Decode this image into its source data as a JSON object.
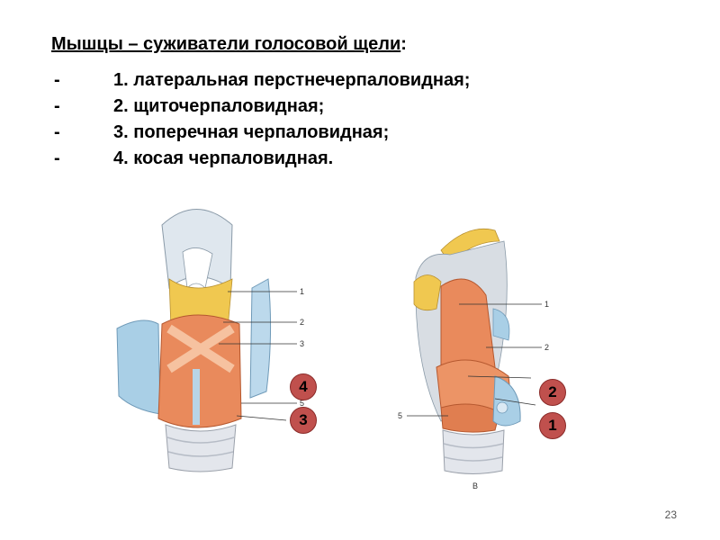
{
  "heading": {
    "main": "Мышцы – суживатели голосовой щели",
    "colon": ":"
  },
  "items": [
    {
      "dash": "-",
      "text": "1. латеральная перстнечерпаловидная;"
    },
    {
      "dash": "-",
      "text": "2. щиточерпаловидная;"
    },
    {
      "dash": "-",
      "text": "3. поперечная черпаловидная;"
    },
    {
      "dash": "-",
      "text": "4. косая черпаловидная."
    }
  ],
  "left_figure": {
    "labels": [
      "1",
      "2",
      "3",
      "5"
    ],
    "badges": [
      "4",
      "3"
    ]
  },
  "right_figure": {
    "labels": [
      "1",
      "2",
      "5"
    ],
    "caption": "B",
    "badges": [
      "2",
      "1"
    ]
  },
  "colors": {
    "badge": "#c0504d",
    "muscle": "#e98a5c",
    "cartilage": "#a9cfe6"
  },
  "page_number": "23"
}
